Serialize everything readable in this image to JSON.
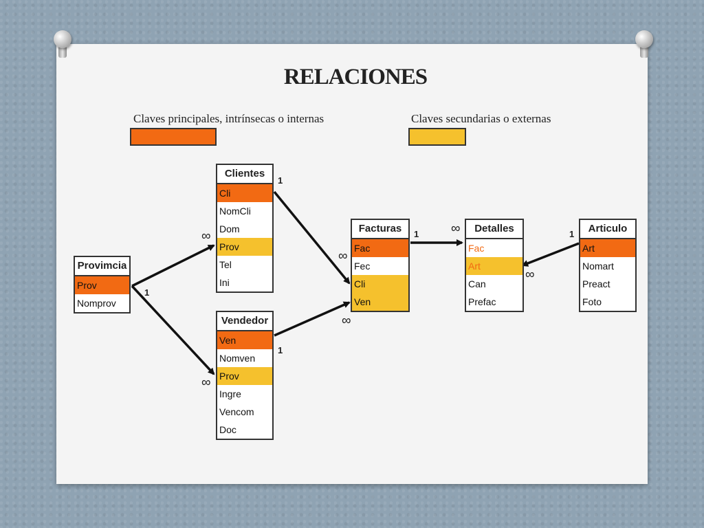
{
  "title": "RELACIONES",
  "legend": {
    "primary_label": "Claves principales,  intrínsecas o internas",
    "primary_color": "#f26a13",
    "secondary_label": "Claves secundarias o externas",
    "secondary_color": "#f5c12d"
  },
  "tables": {
    "clientes": {
      "name": "Clientes",
      "fields": [
        "Cli",
        "NomCli",
        "Dom",
        "Prov",
        "Tel",
        "Ini"
      ]
    },
    "provincia": {
      "name": "Provimcia",
      "fields": [
        "Prov",
        "Nomprov"
      ]
    },
    "vendedor": {
      "name": "Vendedor",
      "fields": [
        "Ven",
        "Nomven",
        "Prov",
        "Ingre",
        "Vencom",
        "Doc"
      ]
    },
    "facturas": {
      "name": "Facturas",
      "fields": [
        "Fac",
        "Fec",
        "Cli",
        "Ven"
      ]
    },
    "detalles": {
      "name": "Detalles",
      "fields": [
        "Fac",
        "Art",
        "Can",
        "Prefac"
      ]
    },
    "articulo": {
      "name": "Articulo",
      "fields": [
        "Art",
        "Nomart",
        "Preact",
        "Foto"
      ]
    }
  },
  "cardinality": {
    "one": "1",
    "many": "∞"
  }
}
